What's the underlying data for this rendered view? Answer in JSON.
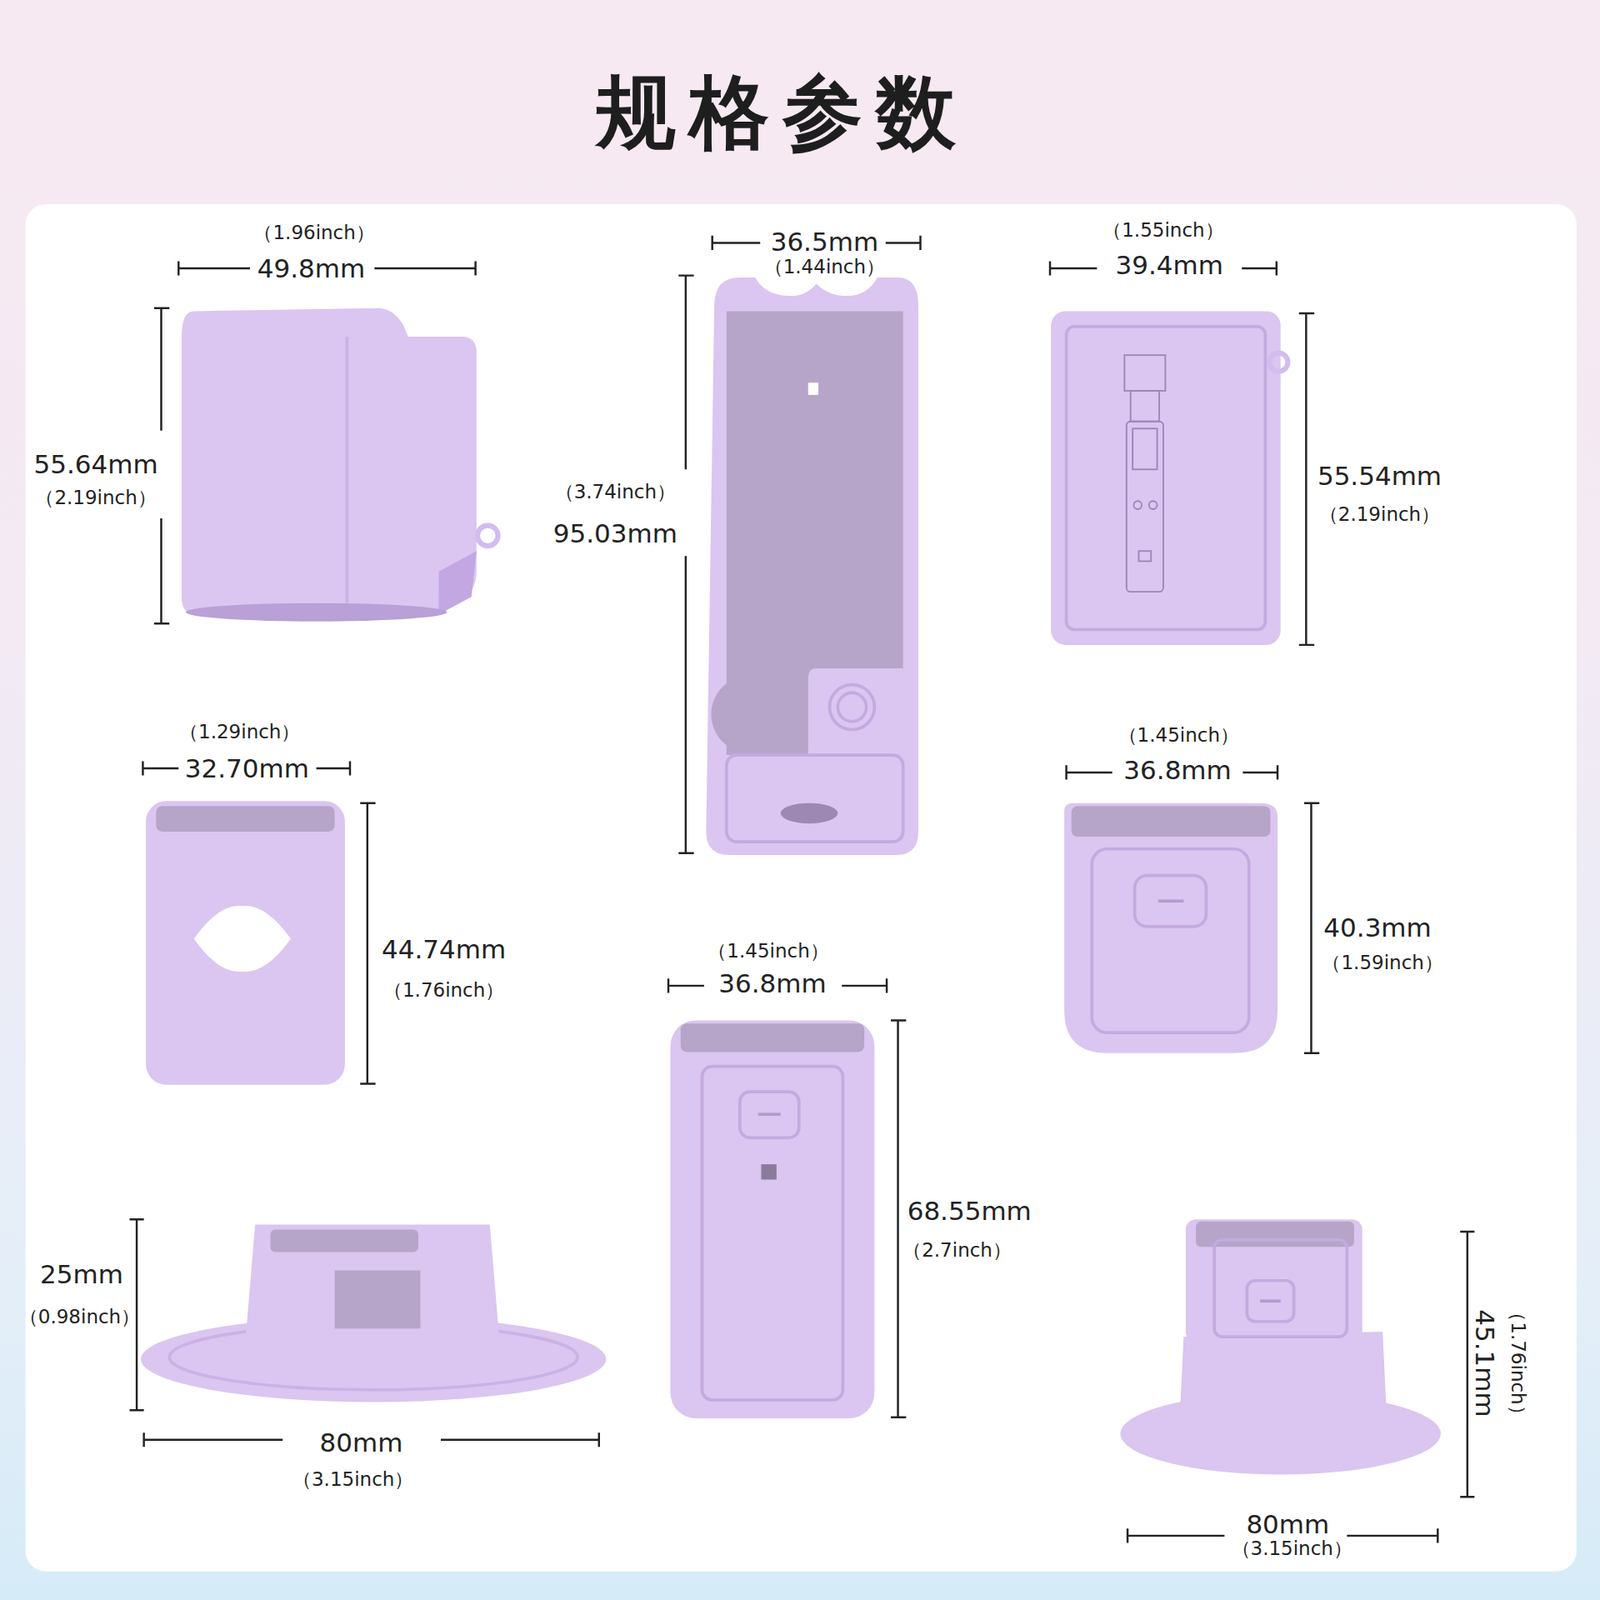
{
  "diagram": {
    "title": "规格参数",
    "labels": [
      "（1.96inch）",
      "49.8mm",
      "55.64mm",
      "（2.19inch）",
      "36.5mm",
      "（1.44inch）",
      "（3.74inch）",
      "95.03mm",
      "（1.55inch）",
      "39.4mm",
      "55.54mm",
      "（2.19inch）",
      "（1.29inch）",
      "32.70mm",
      "44.74mm",
      "（1.76inch）",
      "（1.45inch）",
      "36.8mm",
      "40.3mm",
      "（1.59inch）",
      "（1.45inch）",
      "36.8mm",
      "68.55mm",
      "（2.7inch）",
      "25mm",
      "（0.98inch）",
      "80mm",
      "（3.15inch）",
      "45.1mm",
      "（1.76inch）",
      "80mm",
      "（3.15inch）"
    ]
  }
}
